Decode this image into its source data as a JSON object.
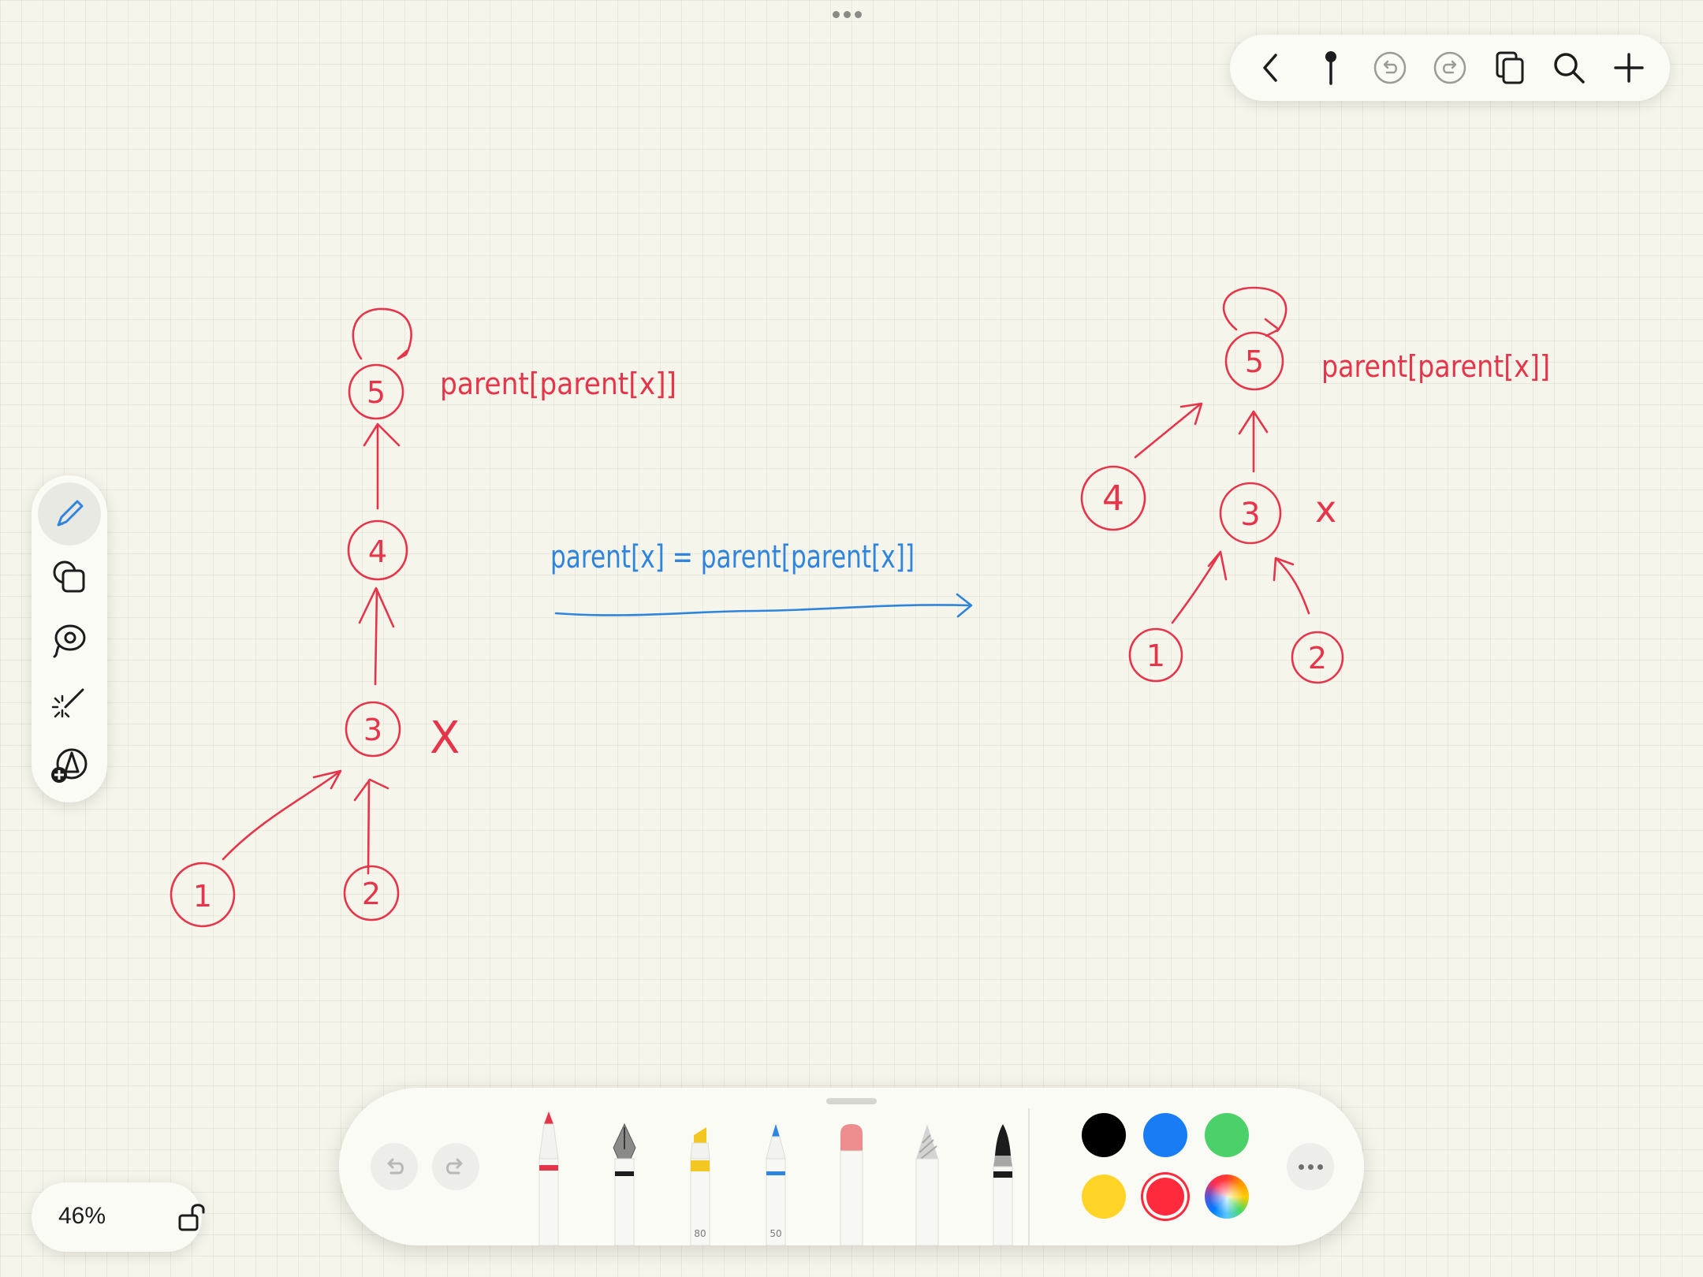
{
  "canvas": {
    "left_diagram": {
      "nodes": [
        "5",
        "4",
        "3",
        "1",
        "2"
      ],
      "label_top": "parent[parent[x]]",
      "label_x": "X"
    },
    "middle": {
      "formula": "parent[x] = parent[parent[x]]"
    },
    "right_diagram": {
      "nodes": [
        "5",
        "4",
        "3",
        "1",
        "2"
      ],
      "label_top": "parent[parent[x]]",
      "label_x": "x"
    }
  },
  "top_toolbar": {
    "icons": [
      "back-icon",
      "pin-icon",
      "undo-icon",
      "redo-icon",
      "pages-icon",
      "search-icon",
      "add-icon"
    ]
  },
  "side_palette": {
    "tools": [
      "pen-icon",
      "shapes-icon",
      "lasso-icon",
      "laser-icon",
      "add-element-icon"
    ],
    "active": "pen-icon"
  },
  "zoom": {
    "level": "46%"
  },
  "bottom_toolbar": {
    "tools": [
      {
        "name": "pen",
        "color": "#e6354a"
      },
      {
        "name": "fountain-pen",
        "color": "#1c1c1c"
      },
      {
        "name": "highlighter",
        "color": "#f3c622",
        "number": "80"
      },
      {
        "name": "marker",
        "color": "#2f84de",
        "number": "50"
      },
      {
        "name": "eraser",
        "color": "#ee8d8d"
      },
      {
        "name": "pencil",
        "color": "#bdbdbd"
      },
      {
        "name": "crayon",
        "color": "#1c1c1c"
      }
    ],
    "swatches": [
      "#000000",
      "#1a7cf5",
      "#4cd16a",
      "#ffd426",
      "#ff2b3d",
      "rainbow"
    ],
    "selected_swatch": "#ff2b3d"
  }
}
